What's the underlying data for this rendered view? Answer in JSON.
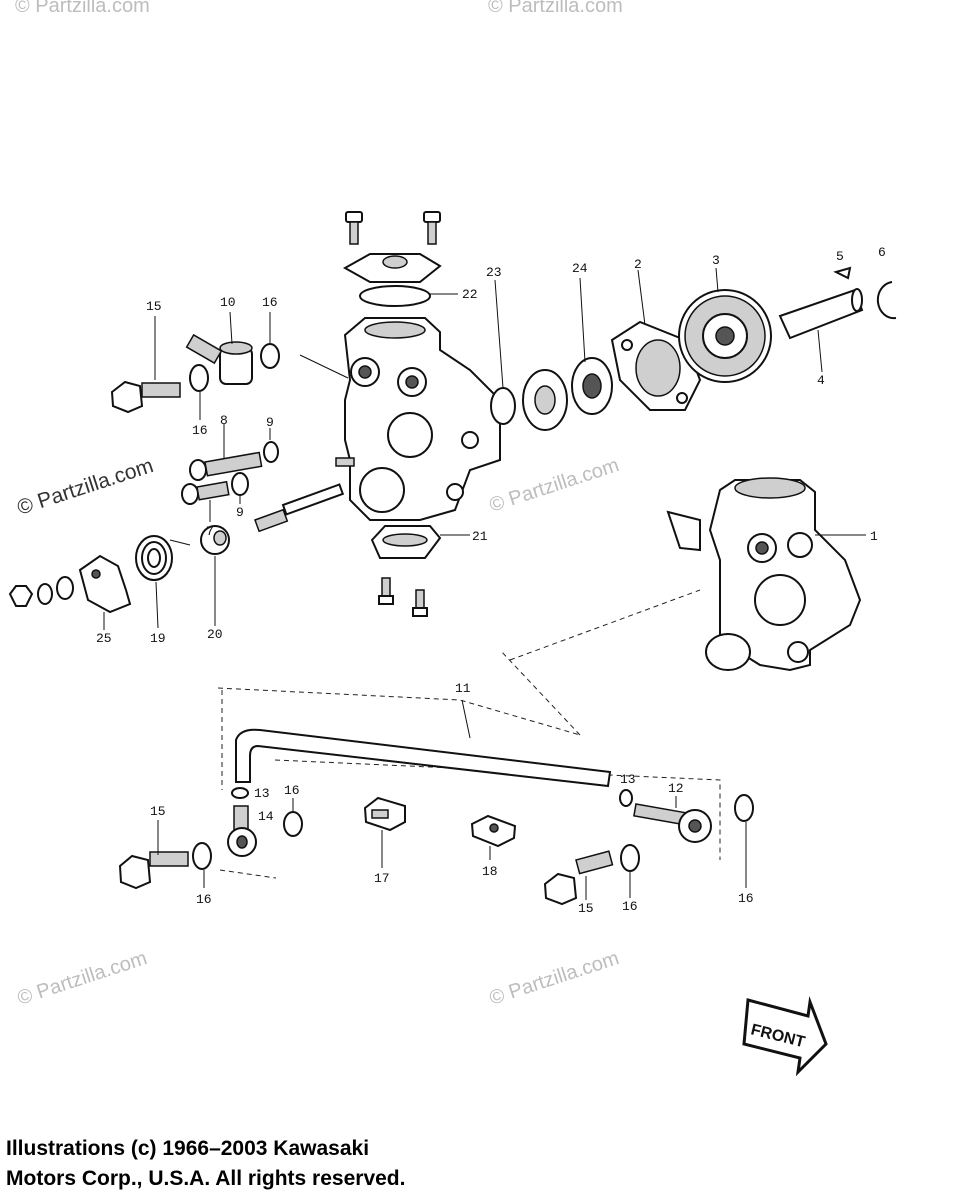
{
  "watermark": "© Partzilla.com",
  "front_label": "FRONT",
  "copyright": {
    "line1": "Illustrations (c) 1966–2003 Kawasaki",
    "line2": "Motors Corp., U.S.A.  All rights reserved."
  },
  "callouts": {
    "c1": "1",
    "c2": "2",
    "c3": "3",
    "c4": "4",
    "c5": "5",
    "c6": "6",
    "c7": "7",
    "c8": "8",
    "c9a": "9",
    "c9b": "9",
    "c10": "10",
    "c11": "11",
    "c12": "12",
    "c13a": "13",
    "c13b": "13",
    "c14": "14",
    "c15a": "15",
    "c15b": "15",
    "c15c": "15",
    "c16a": "16",
    "c16b": "16",
    "c16c": "16",
    "c16d": "16",
    "c16e": "16",
    "c16f": "16",
    "c17": "17",
    "c18": "18",
    "c19": "19",
    "c20": "20",
    "c21": "21",
    "c22": "22",
    "c23": "23",
    "c24": "24",
    "c25": "25"
  }
}
